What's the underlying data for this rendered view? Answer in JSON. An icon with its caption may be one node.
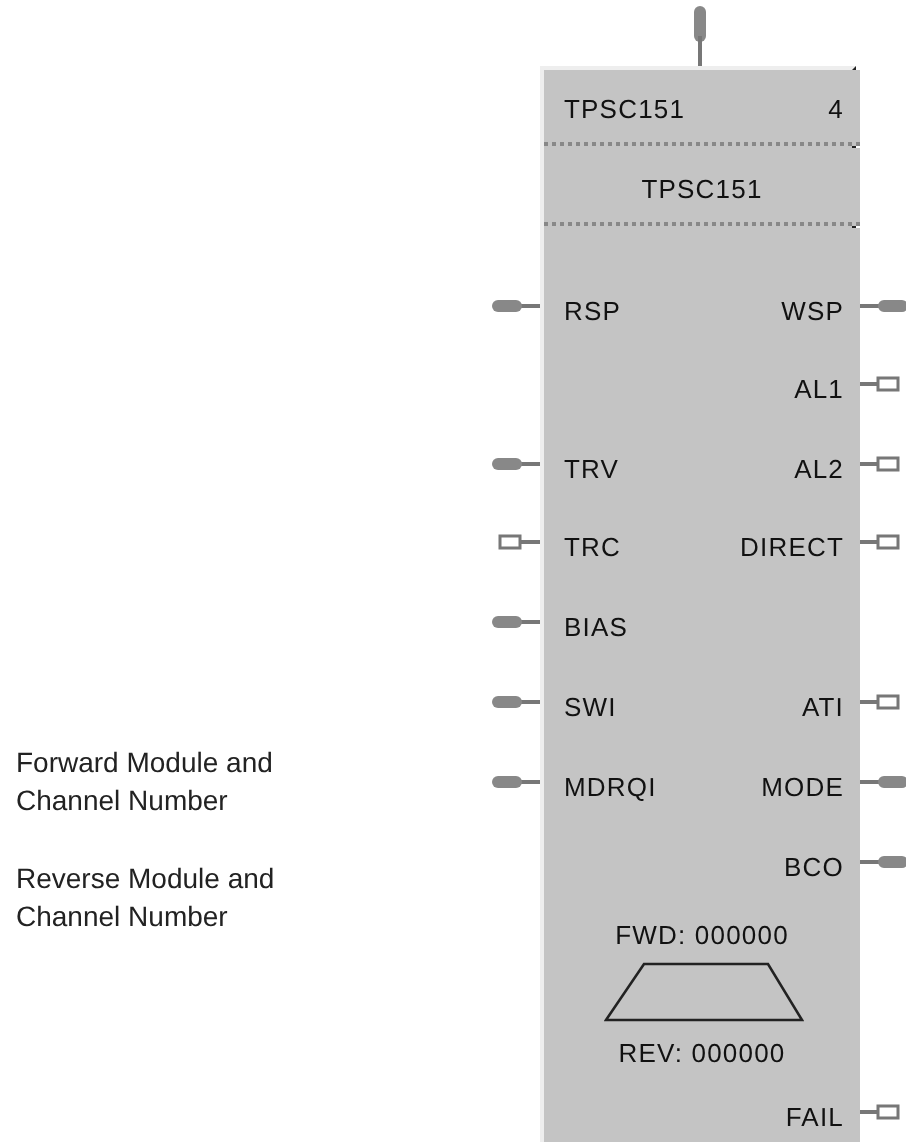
{
  "diagram": {
    "nodes": [
      {
        "text": [],
        "shape": "box"
      },
      {
        "text": [
          "TPSC151",
          "4"
        ],
        "in": 0
      },
      {
        "text": [
          "TPSC151"
        ],
        "in": 0
      },
      {
        "text": [
          "RSP",
          "WSP",
          "AL1",
          "TRV",
          "AL2",
          "TRC",
          "DIRECT",
          "BIAS",
          "SWI",
          "ATI",
          "MDRQI",
          "MODE",
          "BCO",
          "FWD: 000000",
          "REV: 000000",
          "FAIL"
        ],
        "in": 0
      },
      {
        "text": [],
        "shape": "trapezoid",
        "in": 3
      }
    ],
    "labels": [
      "Forward Module and Channel Number",
      "Reverse Module and Channel Number"
    ]
  }
}
